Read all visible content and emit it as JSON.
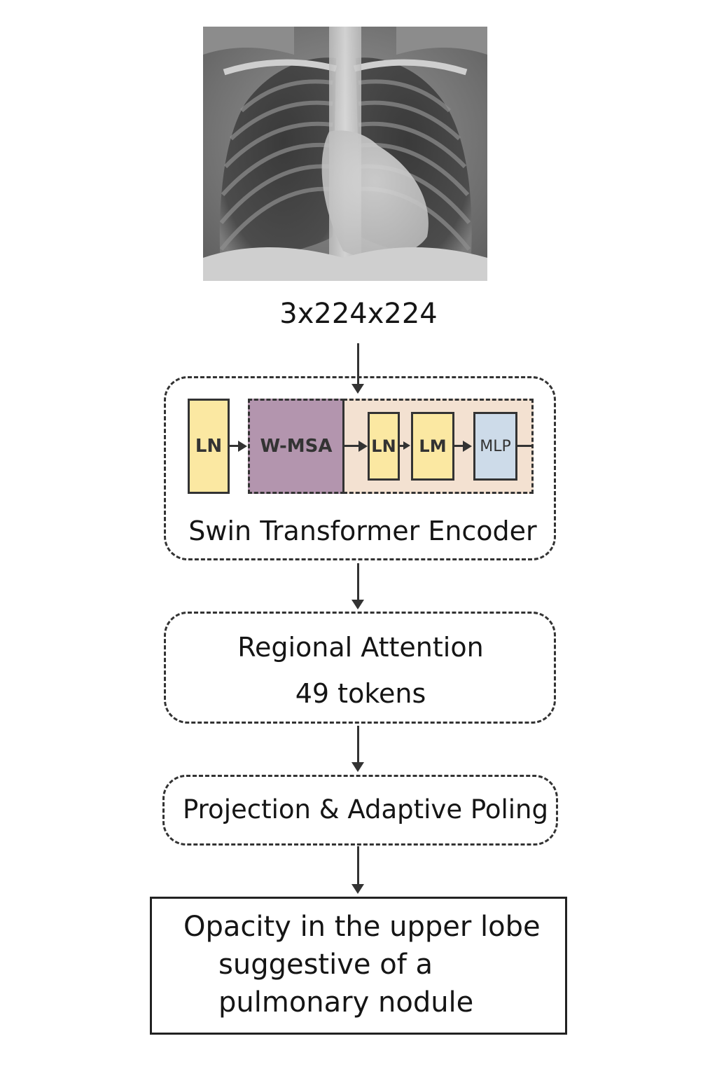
{
  "input": {
    "image_label": "chest-x-ray",
    "shape": "3x224x224"
  },
  "encoder": {
    "title": "Swin Transformer Encoder",
    "blocks": [
      "LN",
      "W-MSA",
      "LN",
      "LM",
      "MLP"
    ],
    "colors": {
      "ln": "#fbe8a2",
      "wmsa": "#b395ae",
      "inner_region": "#f3e1d1",
      "mlp": "#cddbe9"
    }
  },
  "regional": {
    "title": "Regional Attention",
    "tokens": "49 tokens"
  },
  "projection": {
    "label": "Projection & Adaptive Poling"
  },
  "output": {
    "lines": [
      "Opacity in the upper lobe",
      "suggestive of a",
      "pulmonary nodule"
    ]
  }
}
